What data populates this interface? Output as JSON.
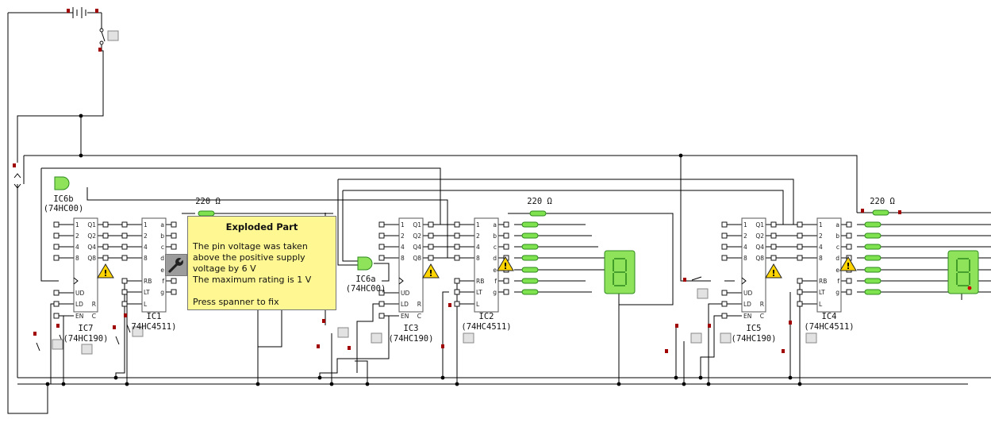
{
  "resistors": {
    "r1": "220 Ω",
    "r2": "220 Ω",
    "r3": "220 Ω"
  },
  "chips": [
    {
      "id": "IC7",
      "part": "(74HC190)"
    },
    {
      "id": "IC1",
      "part": "74HC4511)"
    },
    {
      "id": "IC3",
      "part": "(74HC190)"
    },
    {
      "id": "IC2",
      "part": "(74HC4511)"
    },
    {
      "id": "IC5",
      "part": "(74HC190)"
    },
    {
      "id": "IC4",
      "part": "(74HC4511)"
    }
  ],
  "gates": {
    "g1": {
      "id": "IC6b",
      "part": "(74HC00)"
    },
    "g2": {
      "id": "IC6a",
      "part": "(74HC00)"
    }
  },
  "pins": {
    "counter_left": [
      "1",
      "2",
      "4",
      "8",
      "UD",
      "LD",
      "EN"
    ],
    "counter_right": [
      "Q1",
      "Q2",
      "Q4",
      "Q8",
      "R",
      "C"
    ],
    "decoder_left": [
      "1",
      "2",
      "4",
      "8",
      "RB",
      "LT",
      "L"
    ],
    "decoder_right": [
      "a",
      "b",
      "c",
      "d",
      "e",
      "f",
      "g"
    ]
  },
  "tooltip": {
    "title": "Exploded Part",
    "line1": "The pin voltage was taken",
    "line2": "above the positive supply",
    "line3": "voltage by 6 V",
    "line4": "The maximum rating is 1 V",
    "line5": "Press spanner to fix"
  },
  "icons": {
    "fix": "spanner-icon",
    "warning": "warning-icon",
    "switch": "switch-icon",
    "display": "seven-segment-display-icon"
  },
  "colors": {
    "component_green": "#7ee34f",
    "tooltip_bg": "#fff791",
    "warning": "#ffd400",
    "terminal_red": "#a00000"
  }
}
